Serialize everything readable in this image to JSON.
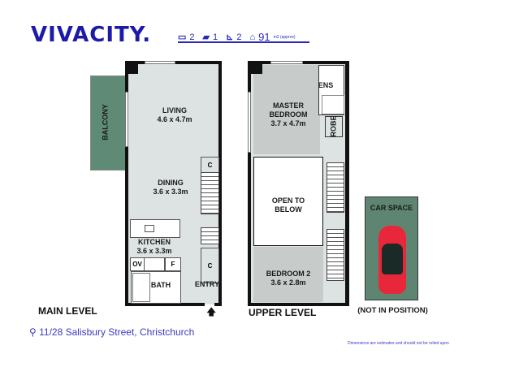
{
  "brand": {
    "logo": "VIVACITY.",
    "color": "#1d1aa8"
  },
  "stats": {
    "bedrooms": "2",
    "car": "1",
    "bathrooms": "2",
    "area": "91",
    "area_unit": "m2 (approx)",
    "icons": [
      "bed-icon",
      "car-icon",
      "bath-icon",
      "house-icon"
    ]
  },
  "main_level": {
    "title": "MAIN LEVEL",
    "rooms": {
      "balcony": "BALCONY",
      "living": {
        "name": "LIVING",
        "size": "4.6 x 4.7m"
      },
      "dining": {
        "name": "DINING",
        "size": "3.6 x 3.3m"
      },
      "kitchen": {
        "name": "KITCHEN",
        "size": "3.6 x 3.3m"
      },
      "bath": "BATH",
      "entry": "ENTRY",
      "cupboard": "C",
      "oven": "OV",
      "fridge": "F"
    }
  },
  "upper_level": {
    "title": "UPPER LEVEL",
    "rooms": {
      "master": {
        "name": "MASTER BEDROOM",
        "size": "3.7 x 4.7m"
      },
      "ensuite": "ENS",
      "robe": "ROBE",
      "open": "OPEN TO BELOW",
      "bedroom2": {
        "name": "BEDROOM 2",
        "size": "3.6 x 2.8m"
      }
    }
  },
  "car_space": {
    "title": "CAR SPACE",
    "note": "(NOT IN POSITION)"
  },
  "address": "11/28 Salisbury Street, Christchurch",
  "disclaimer": "Dimensions are estimates and should not be relied upon",
  "colors": {
    "floor": "#dde3e3",
    "bedroom": "#c7ccca",
    "balcony": "#5f8a76",
    "car_space": "#5e8571",
    "car": "#e8283a"
  }
}
